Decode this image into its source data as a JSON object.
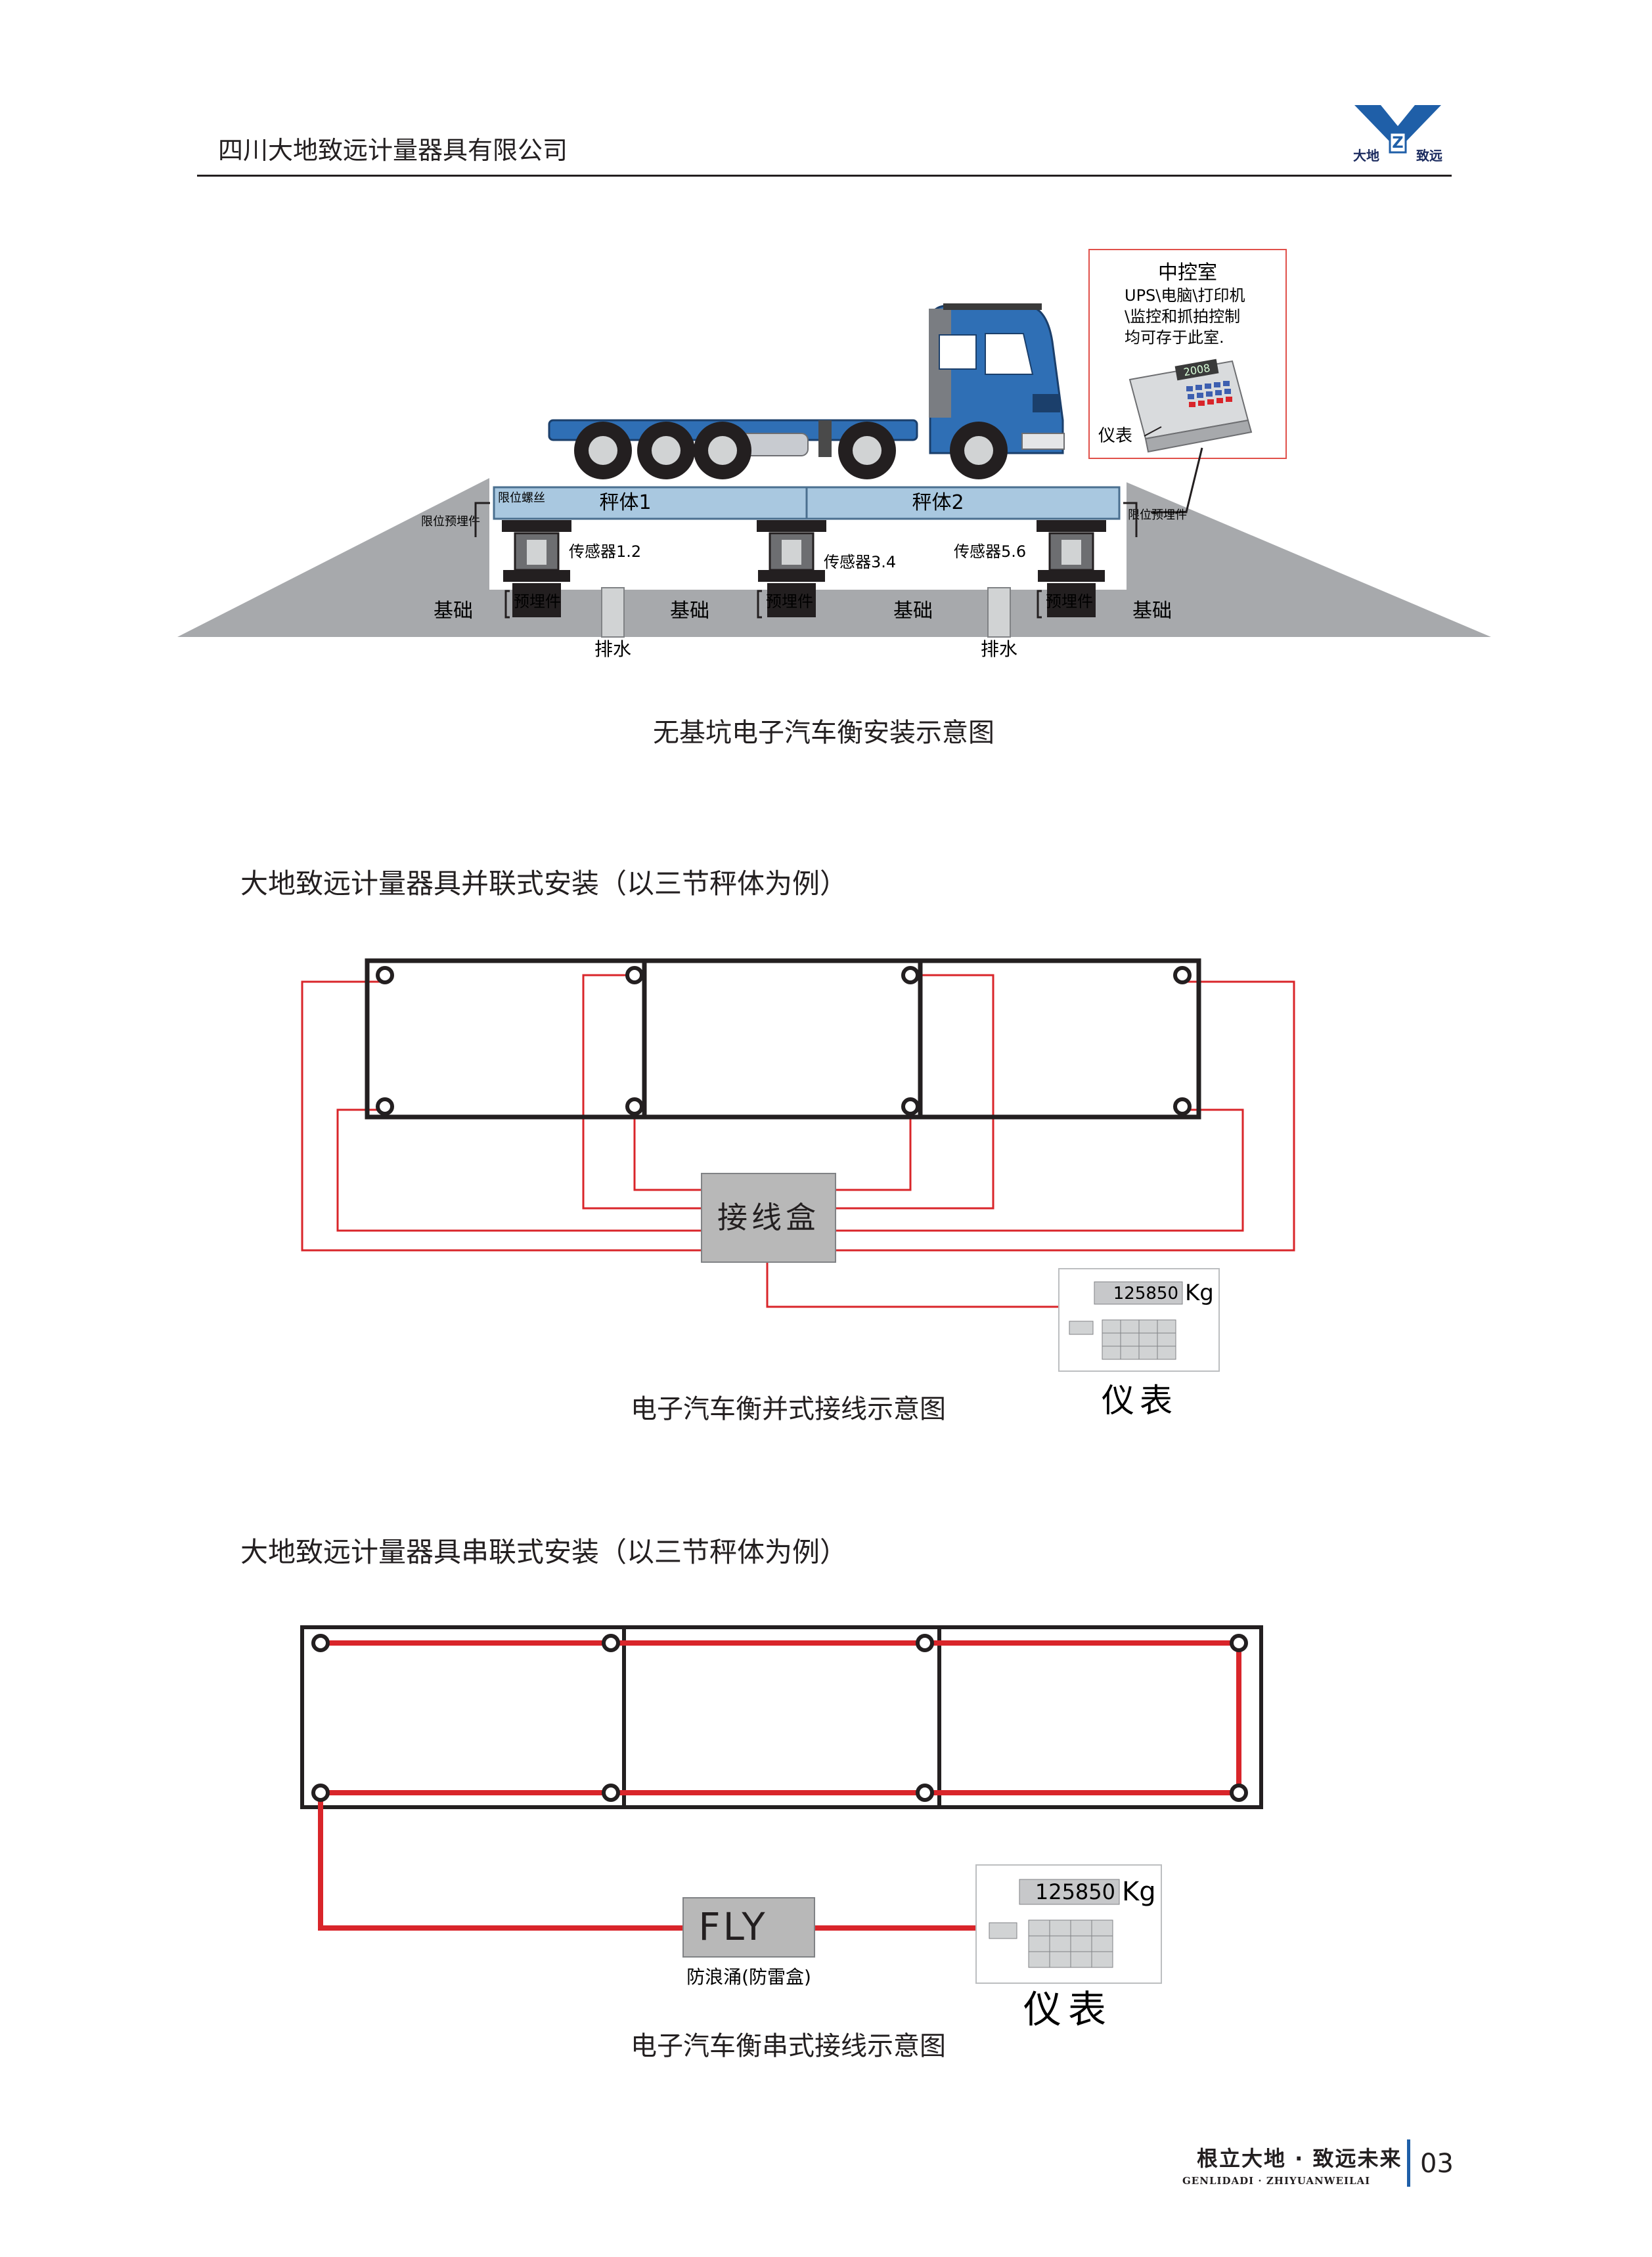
{
  "header": {
    "company": "四川大地致远计量器具有限公司",
    "logo_text": "大地致远"
  },
  "figure1": {
    "control_room": {
      "title": "中控室",
      "lines": [
        "UPS\\电脑\\打印机",
        "\\监控和抓拍控制",
        "均可存于此室."
      ],
      "meter_label": "仪表",
      "display": "2008"
    },
    "labels": {
      "scale_body_1": "秤体1",
      "scale_body_2": "秤体2",
      "limit_bolt": "限位螺丝",
      "limit_embed_left": "限位预埋件",
      "limit_embed_right": "限位预埋件",
      "sensor_12": "传感器1.2",
      "sensor_34": "传感器3.4",
      "sensor_56": "传感器5.6",
      "embed": "预埋件",
      "foundation": "基础",
      "drain": "排水"
    },
    "caption": "无基坑电子汽车衡安装示意图"
  },
  "figure2": {
    "title": "大地致远计量器具并联式安装（以三节秤体为例）",
    "junction_box": "接线盒",
    "meter_value": "125850",
    "meter_unit": "Kg",
    "meter_label": "仪表",
    "caption": "电子汽车衡并式接线示意图"
  },
  "figure3": {
    "title": "大地致远计量器具串联式安装（以三节秤体为例）",
    "surge_box": "FLY",
    "surge_label": "防浪涌(防雷盒)",
    "meter_value": "125850",
    "meter_unit": "Kg",
    "meter_label": "仪表",
    "caption": "电子汽车衡串式接线示意图"
  },
  "footer": {
    "slogan_cn": "根立大地 · 致远未来",
    "slogan_en": "GENLIDADI · ZHIYUANWEILAI",
    "page": "03"
  },
  "colors": {
    "wire_red": "#d9252a",
    "frame": "#231f20",
    "truck_blue": "#2f6fb5",
    "box_gray": "#b8b8b8",
    "ground_gray": "#a7a9ac",
    "accent_blue": "#1f5fa8"
  }
}
